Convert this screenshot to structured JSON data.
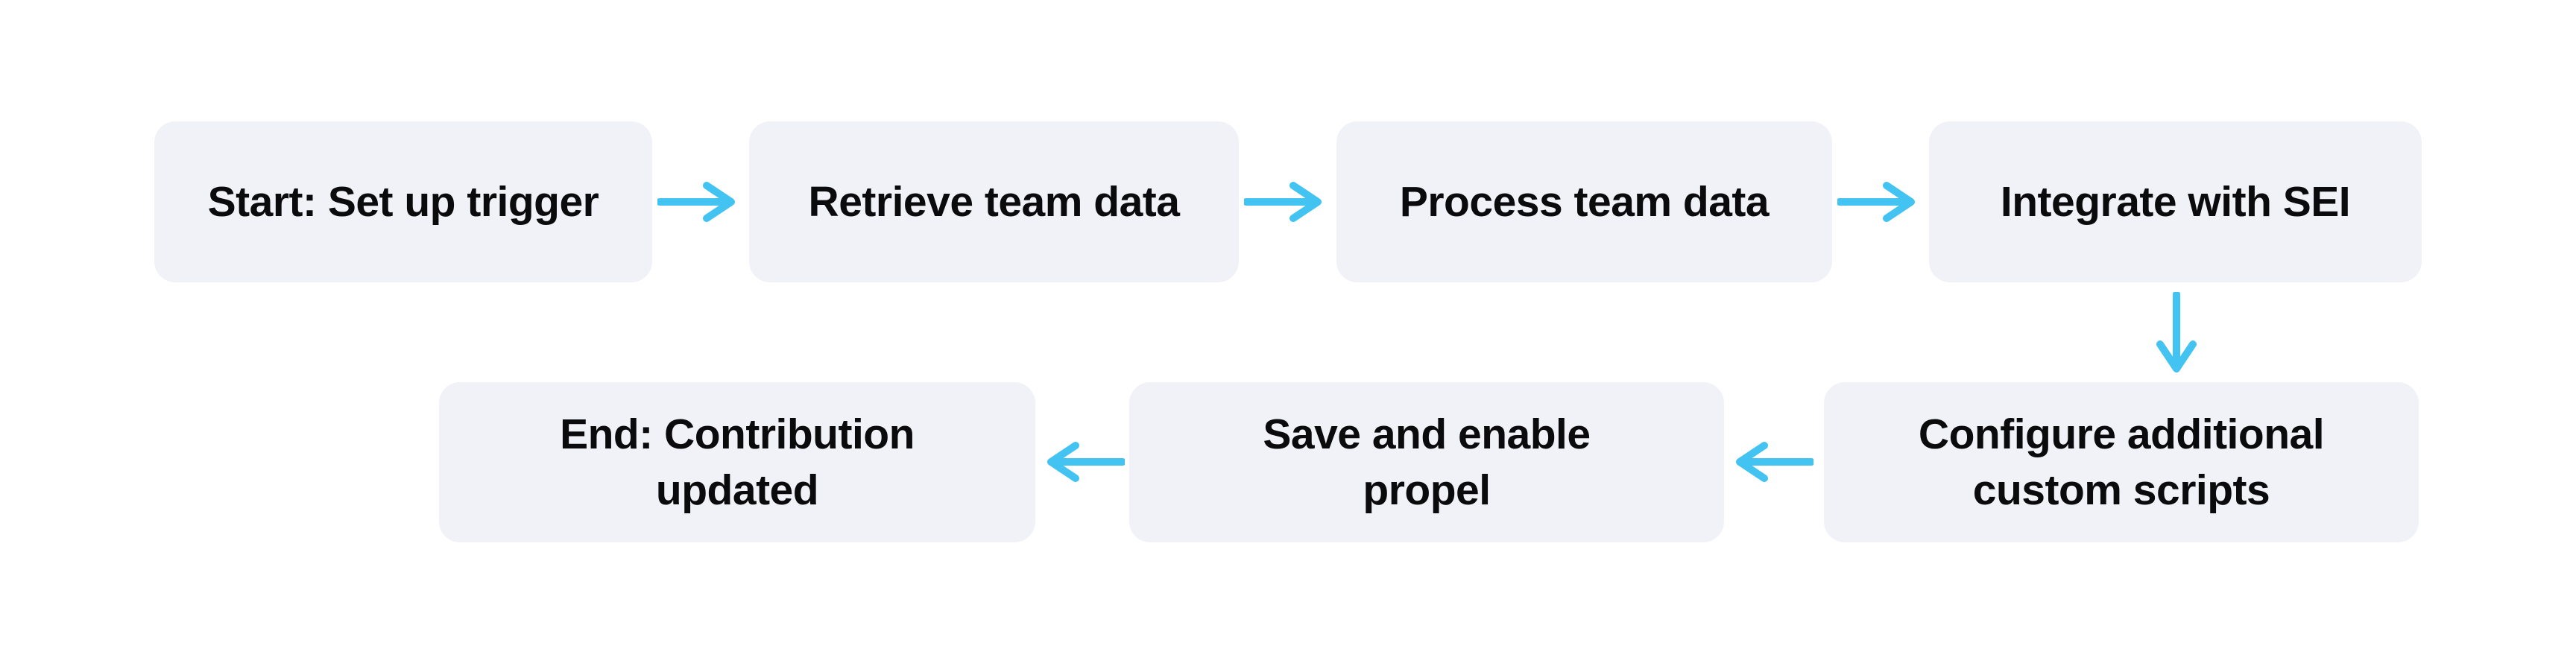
{
  "diagram": {
    "type": "flowchart",
    "background_color": "#ffffff",
    "node_fill_color": "#f1f2f7",
    "node_text_color": "#0b0b0d",
    "arrow_color": "#42c3f2",
    "nodes": [
      {
        "id": "start",
        "label": "Start: Set up trigger"
      },
      {
        "id": "retrieve",
        "label": "Retrieve team data"
      },
      {
        "id": "process",
        "label": "Process team data"
      },
      {
        "id": "integrate",
        "label": "Integrate with SEI"
      },
      {
        "id": "configure",
        "label": "Configure additional custom scripts"
      },
      {
        "id": "save",
        "label": "Save and enable propel"
      },
      {
        "id": "end",
        "label": "End: Contribution updated"
      }
    ],
    "edges": [
      {
        "from": "start",
        "to": "retrieve",
        "direction": "right"
      },
      {
        "from": "retrieve",
        "to": "process",
        "direction": "right"
      },
      {
        "from": "process",
        "to": "integrate",
        "direction": "right"
      },
      {
        "from": "integrate",
        "to": "configure",
        "direction": "down"
      },
      {
        "from": "configure",
        "to": "save",
        "direction": "left"
      },
      {
        "from": "save",
        "to": "end",
        "direction": "left"
      }
    ]
  }
}
